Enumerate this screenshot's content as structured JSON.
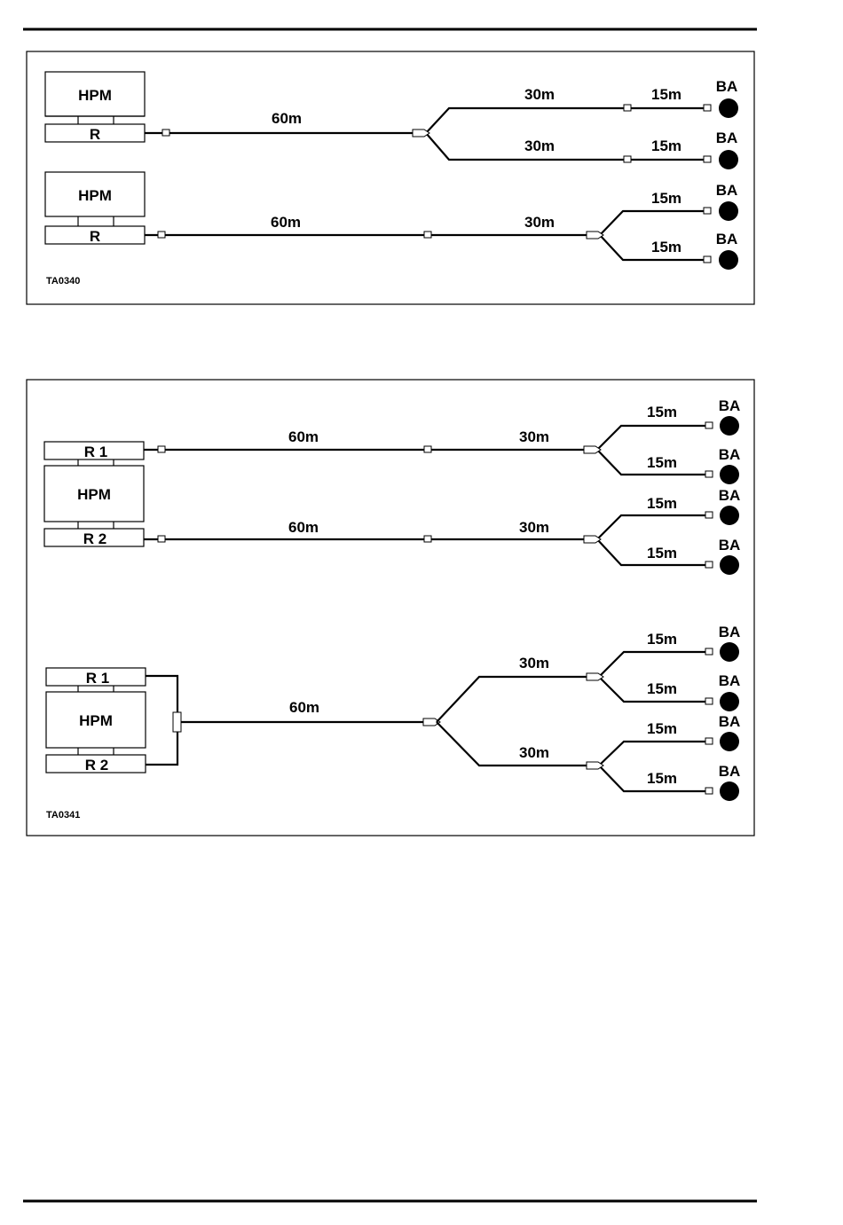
{
  "fig1": {
    "caption": "TA0340",
    "rows": [
      {
        "hpm": "HPM",
        "r": "R",
        "main_len": "60m",
        "branches": [
          {
            "mid_len": "30m",
            "end_len": "15m",
            "device": "BA"
          },
          {
            "mid_len": "30m",
            "end_len": "15m",
            "device": "BA"
          }
        ]
      },
      {
        "hpm": "HPM",
        "r": "R",
        "main_len": "60m",
        "mid_len": "30m",
        "branches": [
          {
            "end_len": "15m",
            "device": "BA"
          },
          {
            "end_len": "15m",
            "device": "BA"
          }
        ]
      }
    ]
  },
  "fig2": {
    "caption": "TA0341",
    "a": {
      "r1": "R 1",
      "hpm": "HPM",
      "r2": "R 2",
      "lines": [
        {
          "main_len": "60m",
          "mid_len": "30m",
          "branches": [
            {
              "end_len": "15m",
              "device": "BA"
            },
            {
              "end_len": "15m",
              "device": "BA"
            }
          ]
        },
        {
          "main_len": "60m",
          "mid_len": "30m",
          "branches": [
            {
              "end_len": "15m",
              "device": "BA"
            },
            {
              "end_len": "15m",
              "device": "BA"
            }
          ]
        }
      ]
    },
    "b": {
      "r1": "R 1",
      "hpm": "HPM",
      "r2": "R 2",
      "main_len": "60m",
      "splits": [
        {
          "mid_len": "30m",
          "branches": [
            {
              "end_len": "15m",
              "device": "BA"
            },
            {
              "end_len": "15m",
              "device": "BA"
            }
          ]
        },
        {
          "mid_len": "30m",
          "branches": [
            {
              "end_len": "15m",
              "device": "BA"
            },
            {
              "end_len": "15m",
              "device": "BA"
            }
          ]
        }
      ]
    }
  }
}
